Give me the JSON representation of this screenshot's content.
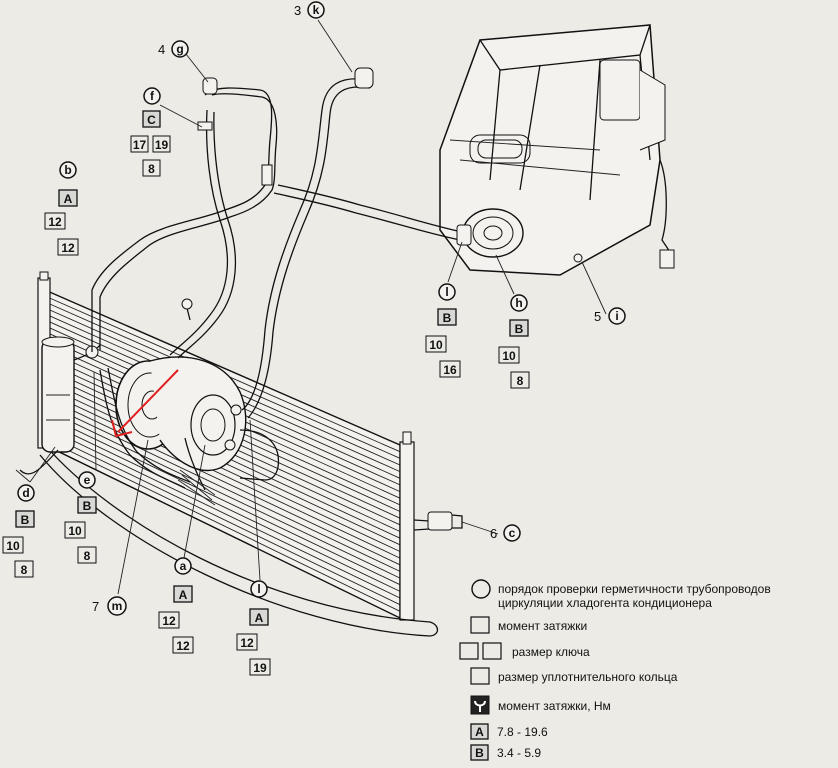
{
  "callouts": [
    {
      "num": "3",
      "letter": "k"
    },
    {
      "num": "4",
      "letter": "g"
    },
    {
      "letter": "f",
      "code": "C",
      "sizes": [
        "17",
        "19"
      ],
      "ring": "8"
    },
    {
      "letter": "b",
      "code": "A",
      "sizes": [
        "12"
      ],
      "ring": "12"
    },
    {
      "letter": "l",
      "code": "B",
      "sizes": [
        "10"
      ],
      "ring": "16"
    },
    {
      "letter": "h",
      "code": "B",
      "sizes": [
        "10"
      ],
      "ring": "8"
    },
    {
      "num": "5",
      "letter": "i"
    },
    {
      "letter": "e",
      "code": "B",
      "sizes": [
        "10"
      ],
      "ring": "8"
    },
    {
      "letter": "d",
      "code": "B",
      "sizes": [
        "10"
      ],
      "ring": "8"
    },
    {
      "num": "6",
      "letter": "c"
    },
    {
      "letter": "a",
      "code": "A",
      "sizes": [
        "12"
      ],
      "ring": "12"
    },
    {
      "letter": "l",
      "code": "A",
      "sizes": [
        "12"
      ],
      "ring": "19"
    },
    {
      "num": "7",
      "letter": "m"
    }
  ],
  "legend": {
    "order_line1": "порядок проверки герметичности трубопроводов",
    "order_line2": "циркуляции хладогента кондиционера",
    "torque": "момент затяжки",
    "wrench": "размер ключа",
    "oring": "размер уплотнительного кольца",
    "torque_nm": "момент затяжки, Нм",
    "a_code": "A",
    "a_value": "7.8 - 19.6",
    "b_code": "B",
    "b_value": "3.4 - 5.9"
  },
  "colors": {
    "ink": "#111111",
    "paper": "#ecebe6",
    "marker": "#e02020"
  }
}
